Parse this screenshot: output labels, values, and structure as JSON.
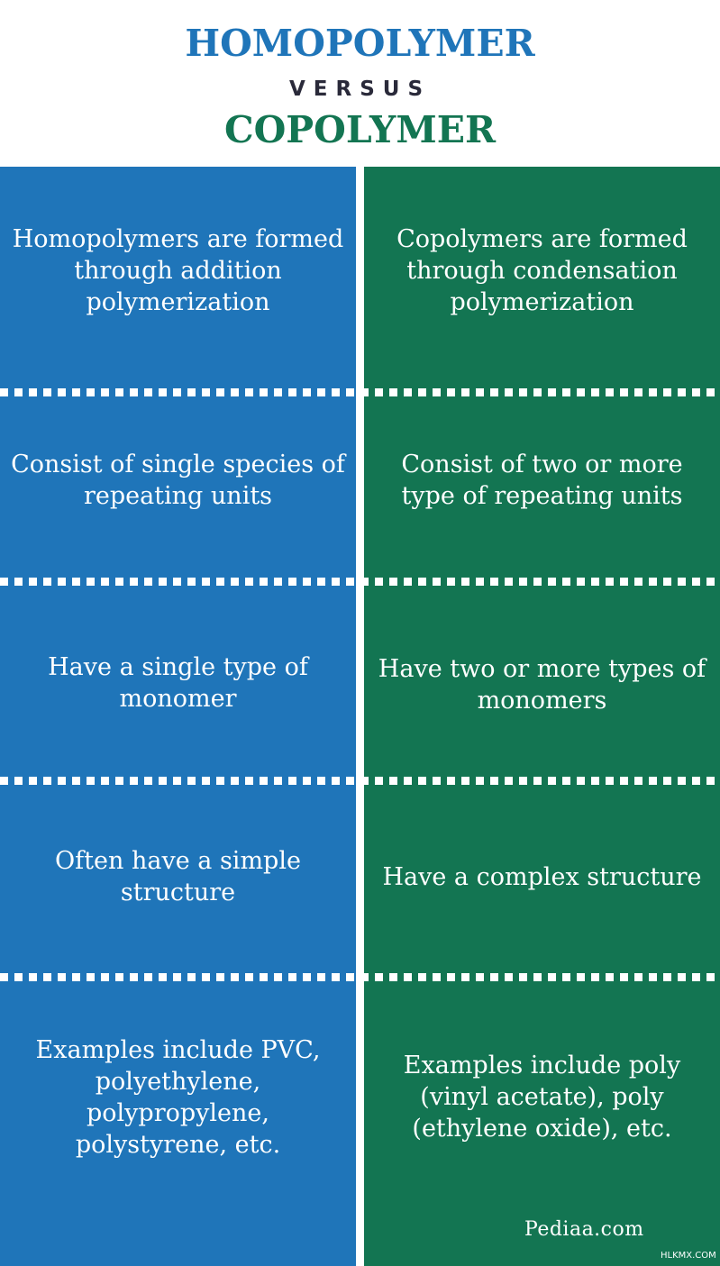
{
  "header": {
    "title_top": "HOMOPOLYMER",
    "versus": "VERSUS",
    "title_bottom": "COPOLYMER"
  },
  "colors": {
    "homopolymer": "#1f75b9",
    "copolymer": "#137552",
    "versus_text": "#2a2a3a"
  },
  "rows": [
    {
      "left": "Homopolymers are formed through addition polymerization",
      "right": "Copolymers are formed through condensation polymerization"
    },
    {
      "left": "Consist of single species of repeating units",
      "right": "Consist of two or more type of repeating units"
    },
    {
      "left": "Have a single type of monomer",
      "right": "Have two or more types of monomers"
    },
    {
      "left": "Often have a simple structure",
      "right": "Have a complex structure"
    },
    {
      "left": "Examples include PVC, polyethylene, polypropylene, polystyrene, etc.",
      "right": "Examples include poly (vinyl acetate), poly (ethylene oxide), etc."
    }
  ],
  "footer": {
    "logo": "Pediaa.com",
    "watermark": "HLKMX.COM"
  }
}
